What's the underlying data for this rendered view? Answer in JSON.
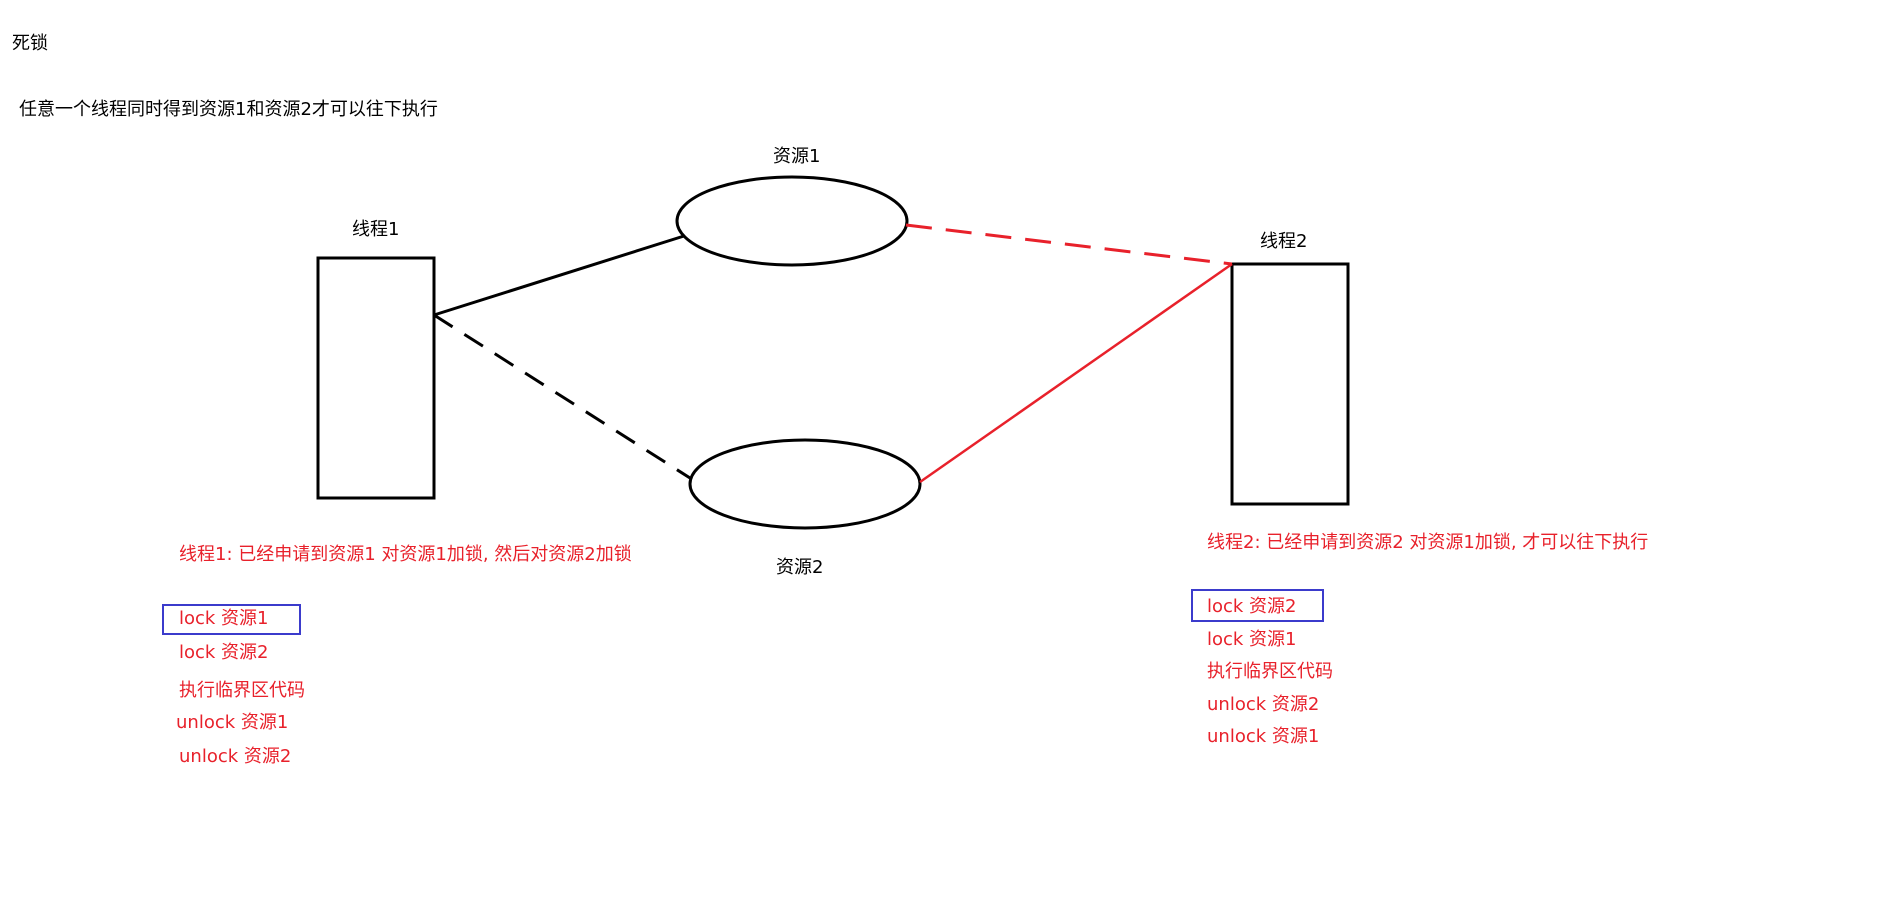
{
  "title": "死锁",
  "subtitle": "任意一个线程同时得到资源1和资源2才可以往下执行",
  "nodes": {
    "thread1": "线程1",
    "thread2": "线程2",
    "resource1": "资源1",
    "resource2": "资源2"
  },
  "thread1_block": {
    "note": "线程1:  已经申请到资源1   对资源1加锁, 然后对资源2加锁",
    "steps": [
      "lock 资源1",
      "lock  资源2",
      "执行临界区代码",
      "unlock  资源1",
      "unlock 资源2"
    ]
  },
  "thread2_block": {
    "note": "线程2: 已经申请到资源2 对资源1加锁, 才可以往下执行",
    "steps": [
      "lock 资源2",
      "lock 资源1",
      "执行临界区代码",
      "unlock 资源2",
      "unlock 资源1"
    ]
  },
  "colors": {
    "red": "#e8212b",
    "blue": "#3b3bcc",
    "black": "#000000"
  }
}
